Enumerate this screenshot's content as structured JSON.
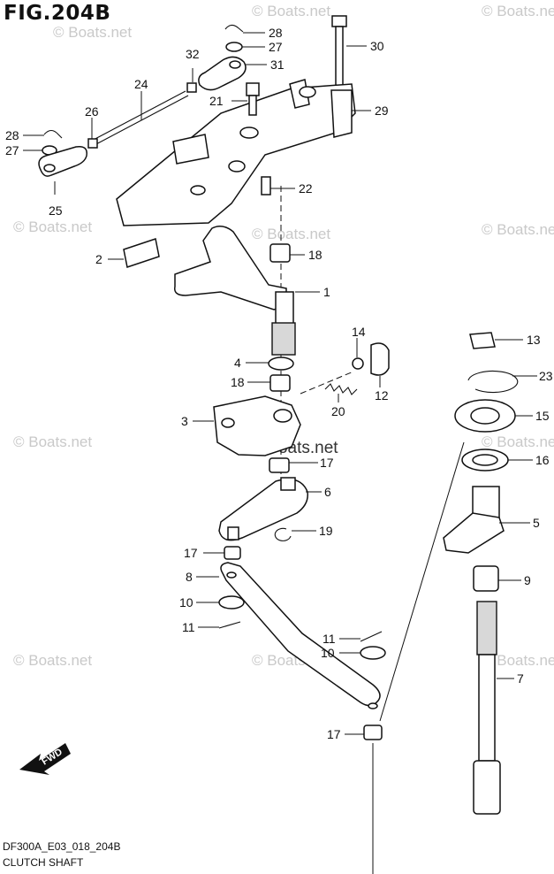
{
  "figure": {
    "title": "FIG.204B",
    "model_code": "DF300A_E03_018_204B",
    "section_name": "CLUTCH SHAFT",
    "direction_label": "FWD"
  },
  "watermark": "© Boats.net",
  "callouts": [
    "28",
    "27",
    "32",
    "31",
    "30",
    "24",
    "21",
    "29",
    "26",
    "28",
    "27",
    "25",
    "22",
    "2",
    "18",
    "1",
    "14",
    "4",
    "18",
    "12",
    "20",
    "3",
    "17",
    "6",
    "19",
    "17",
    "8",
    "10",
    "11",
    "11",
    "10",
    "17",
    "13",
    "23",
    "15",
    "16",
    "5",
    "9",
    "7"
  ]
}
